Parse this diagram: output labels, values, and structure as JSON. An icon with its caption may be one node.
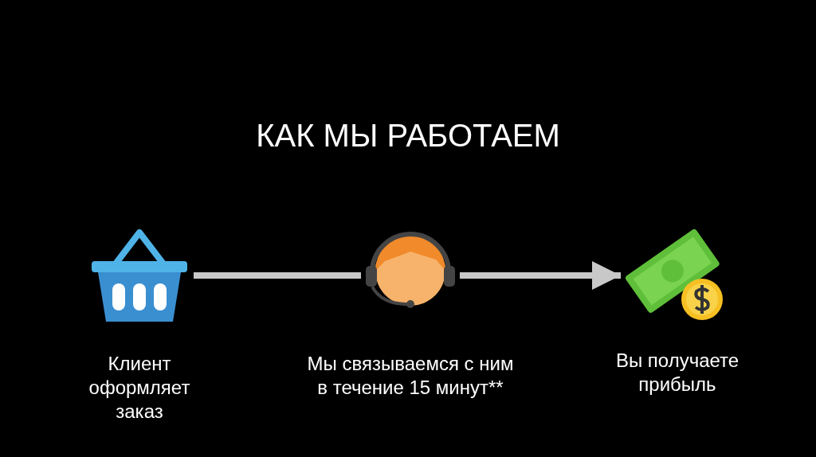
{
  "diagram": {
    "title": "КАК МЫ РАБОТАЕМ",
    "nodes": [
      {
        "text": [
          "Клиент оформляет заказ"
        ]
      },
      {
        "text": [
          "Мы связываемся с ним в течение 15 минут**"
        ]
      },
      {
        "text": [
          "Вы получаете прибыль"
        ]
      }
    ],
    "edges": [
      {
        "from": 0,
        "to": 1,
        "arrow": "none"
      },
      {
        "from": 1,
        "to": 2,
        "arrow": "to"
      }
    ]
  }
}
